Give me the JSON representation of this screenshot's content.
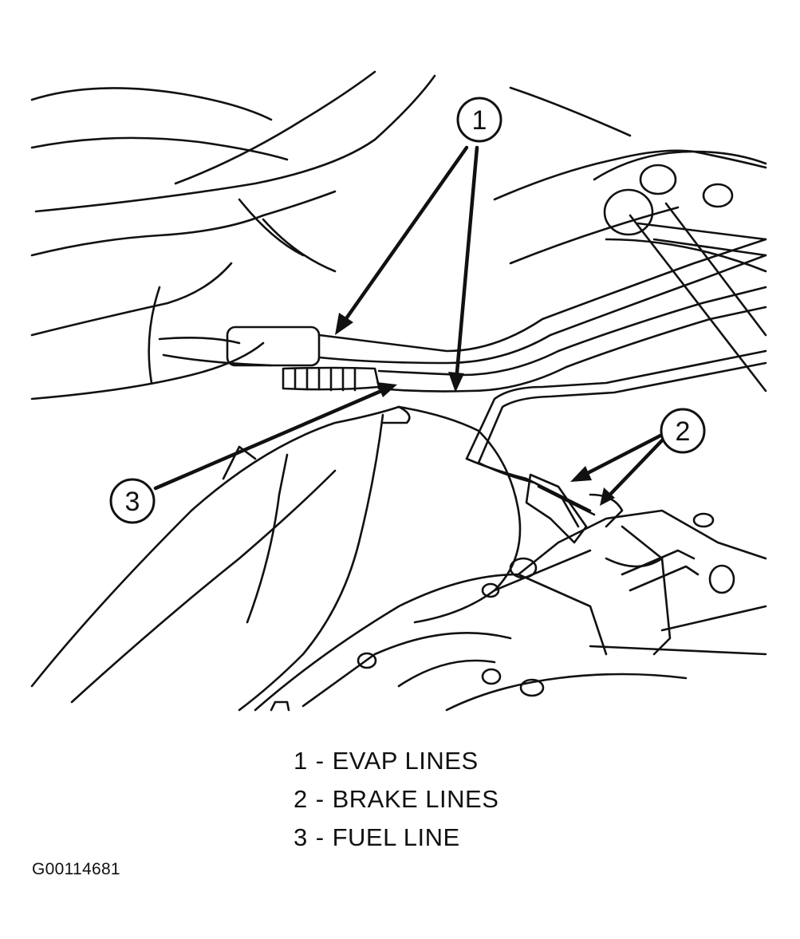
{
  "callouts": [
    {
      "number": "1",
      "label": "EVAP LINES"
    },
    {
      "number": "2",
      "label": "BRAKE LINES"
    },
    {
      "number": "3",
      "label": "FUEL LINE"
    }
  ],
  "legend_separator": "-",
  "figure_id": "G00114681",
  "colors": {
    "ink": "#111111",
    "paper": "#ffffff"
  }
}
